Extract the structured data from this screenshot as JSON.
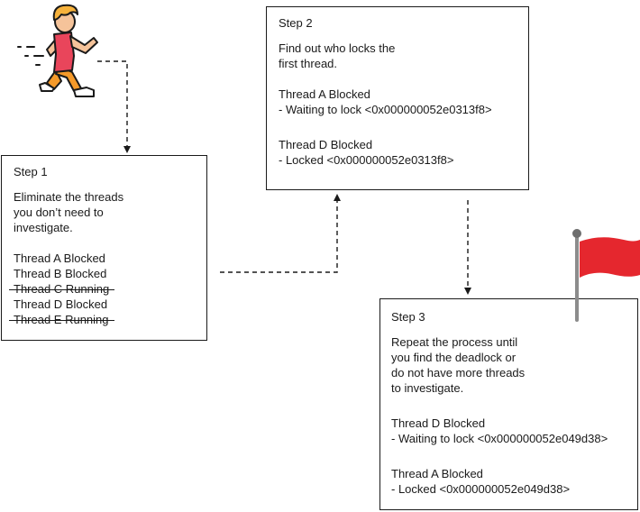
{
  "step1": {
    "title": "Step 1",
    "desc": [
      "Eliminate the threads",
      "you don’t need to",
      "investigate."
    ],
    "threads": [
      {
        "text": "Thread A Blocked",
        "struck": false
      },
      {
        "text": "Thread B Blocked",
        "struck": false
      },
      {
        "text": "Thread C Running",
        "struck": true
      },
      {
        "text": "Thread D Blocked",
        "struck": false
      },
      {
        "text": "Thread E Running",
        "struck": true
      }
    ]
  },
  "step2": {
    "title": "Step 2",
    "desc": [
      "Find out who locks the",
      "first thread."
    ],
    "blockA": [
      "Thread A Blocked",
      "- Waiting to lock <0x000000052e0313f8>"
    ],
    "blockB": [
      "Thread D Blocked",
      "- Locked <0x000000052e0313f8>"
    ]
  },
  "step3": {
    "title": "Step 3",
    "desc": [
      "Repeat the process until",
      "you find the deadlock or",
      "do not have more threads",
      "to investigate."
    ],
    "blockA": [
      "Thread D Blocked",
      "- Waiting to lock <0x000000052e049d38>"
    ],
    "blockB": [
      "Thread A Blocked",
      "- Locked <0x000000052e049d38>"
    ]
  },
  "colors": {
    "flag": "#e5272e",
    "pole": "#8c8c8c",
    "skin": "#f5c39a",
    "hair": "#f7b23b",
    "shirt": "#e9455b",
    "pants": "#f59a2a",
    "shoe": "#ffffff",
    "outline": "#1a1a1a"
  },
  "icons": [
    "runner-icon",
    "red-flag-icon"
  ]
}
